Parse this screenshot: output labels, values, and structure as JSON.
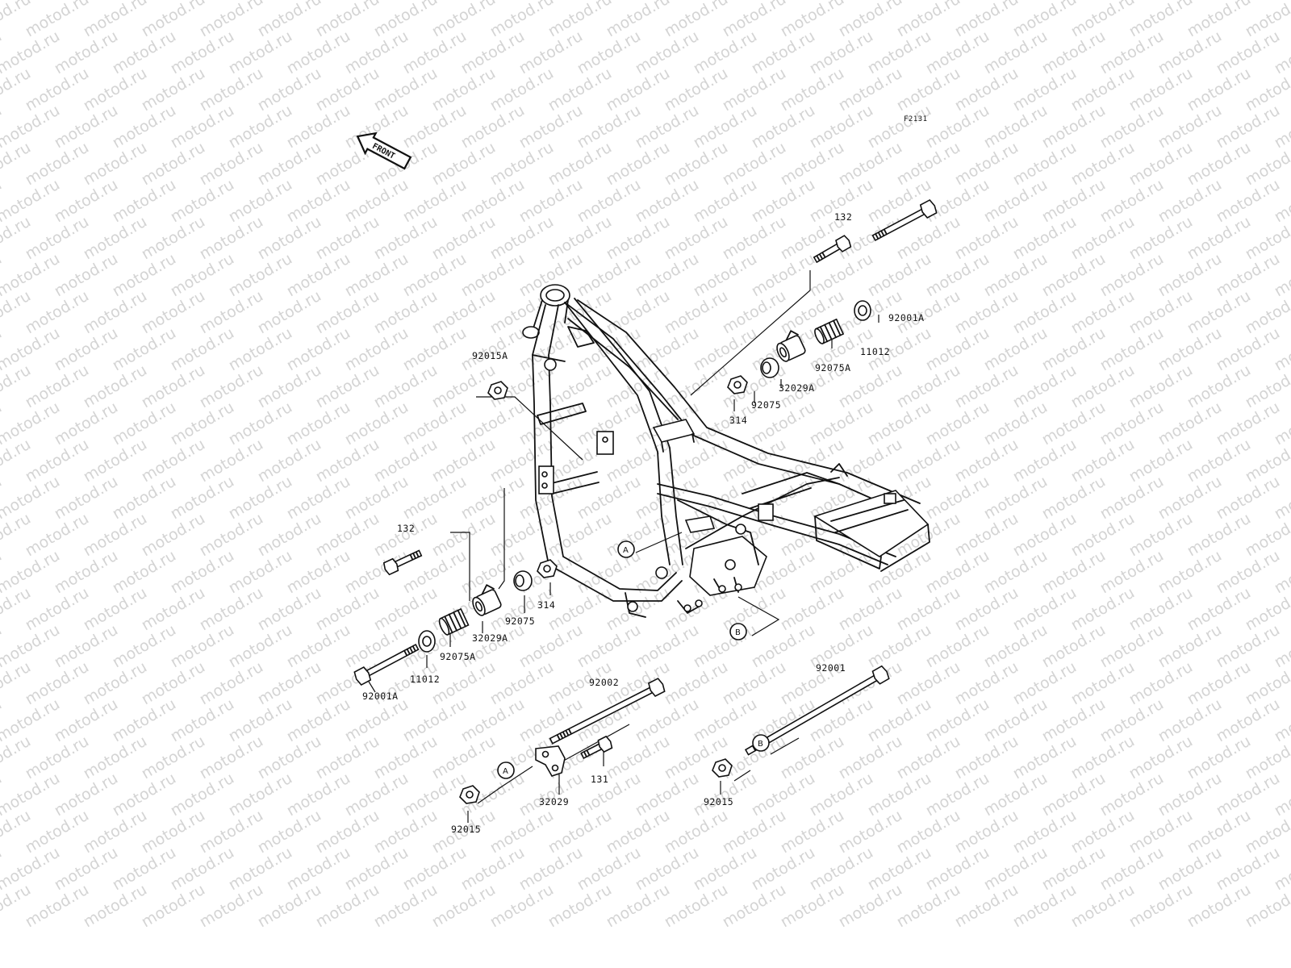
{
  "diagram": {
    "figure_code": "F2131",
    "front_label": "FRONT",
    "watermark_text": "motod.ru",
    "colors": {
      "line": "#111111",
      "watermark": "#d4d4d4",
      "background": "#ffffff"
    },
    "callouts": [
      {
        "id": "132-top",
        "text": "132"
      },
      {
        "id": "92001A-top",
        "text": "92001A"
      },
      {
        "id": "11012-top",
        "text": "11012"
      },
      {
        "id": "92075A-top",
        "text": "92075A"
      },
      {
        "id": "32029A-top",
        "text": "32029A"
      },
      {
        "id": "92075-top",
        "text": "92075"
      },
      {
        "id": "314-top",
        "text": "314"
      },
      {
        "id": "92015A",
        "text": "92015A"
      },
      {
        "id": "132-left",
        "text": "132"
      },
      {
        "id": "314-left",
        "text": "314"
      },
      {
        "id": "92075-left",
        "text": "92075"
      },
      {
        "id": "32029A-left",
        "text": "32029A"
      },
      {
        "id": "92075A-left",
        "text": "92075A"
      },
      {
        "id": "11012-left",
        "text": "11012"
      },
      {
        "id": "92001A-left",
        "text": "92001A"
      },
      {
        "id": "92002",
        "text": "92002"
      },
      {
        "id": "131",
        "text": "131"
      },
      {
        "id": "32029",
        "text": "32029"
      },
      {
        "id": "92015-left",
        "text": "92015"
      },
      {
        "id": "92001",
        "text": "92001"
      },
      {
        "id": "92015-right",
        "text": "92015"
      }
    ],
    "reference_markers": [
      {
        "id": "A-frame",
        "text": "A"
      },
      {
        "id": "B-frame",
        "text": "B"
      },
      {
        "id": "A-bolt",
        "text": "A"
      },
      {
        "id": "B-bolt",
        "text": "B"
      }
    ]
  }
}
